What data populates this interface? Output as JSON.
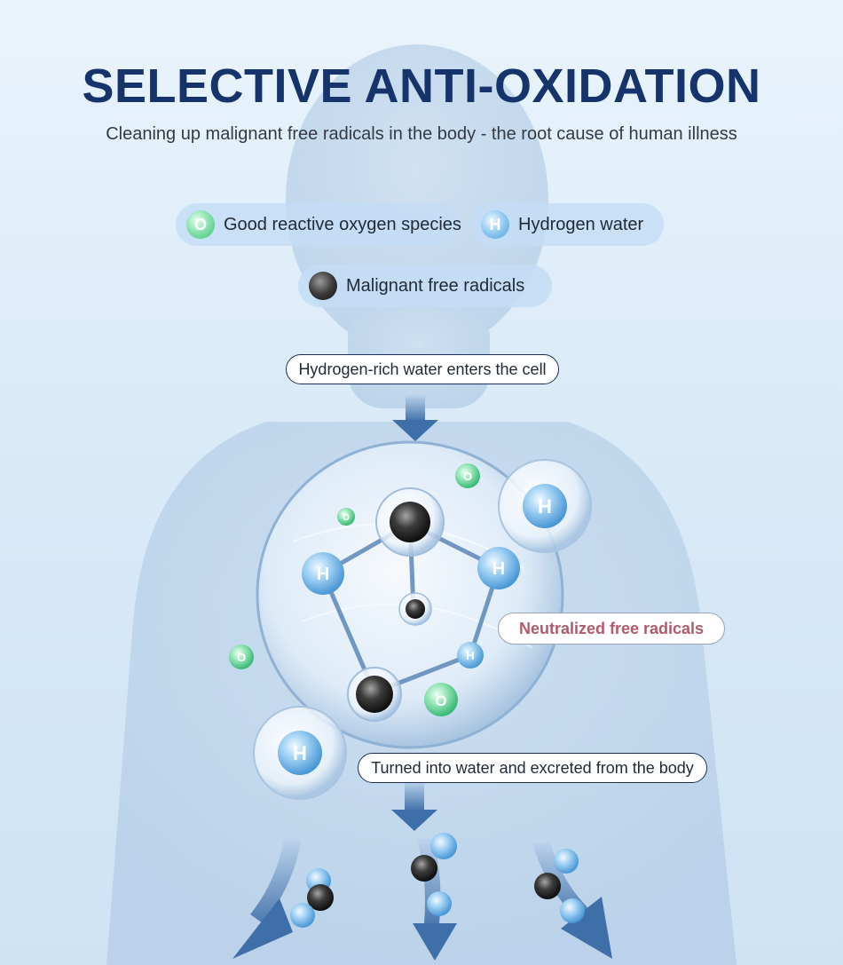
{
  "header": {
    "title": "SELECTIVE ANTI-OXIDATION",
    "subtitle": "Cleaning up malignant free radicals in the body - the root cause of human illness"
  },
  "legend": [
    {
      "label": "Good reactive oxygen species",
      "symbol": "O",
      "kind": "oxygen"
    },
    {
      "label": "Hydrogen water",
      "symbol": "H",
      "kind": "hydrogen"
    },
    {
      "label": "Malignant free radicals",
      "symbol": "",
      "kind": "radical"
    }
  ],
  "steps": {
    "enter": "Hydrogen-rich water enters the cell",
    "neutralized": "Neutralized free radicals",
    "excreted": "Turned into water and excreted from the body"
  },
  "colors": {
    "title": "#17336b",
    "accent_text": "#b05a6b",
    "arrow": "#3f6fa8",
    "oxygen": "#3cbf7a",
    "hydrogen": "#4f9fdc",
    "radical": "#222222"
  },
  "icons": {
    "oxygen": "oxygen-molecule-icon",
    "hydrogen": "hydrogen-molecule-icon",
    "radical": "free-radical-icon"
  }
}
